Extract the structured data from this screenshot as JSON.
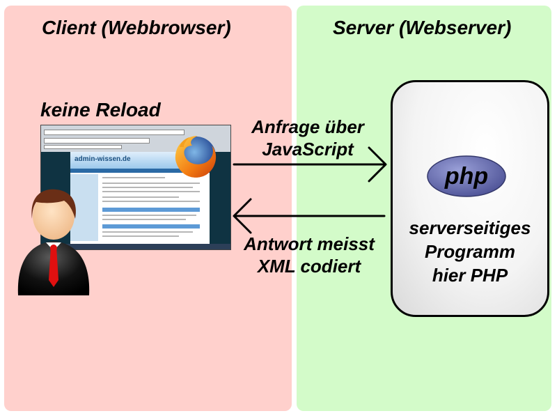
{
  "client": {
    "title": "Client (Webbrowser)",
    "label": "keine Reload"
  },
  "server": {
    "title": "Server (Webserver)",
    "program": [
      "serverseitiges",
      "Programm",
      "hier PHP"
    ]
  },
  "request": {
    "lines": [
      "Anfrage über",
      "JavaScript"
    ]
  },
  "response": {
    "lines": [
      "Antwort meisst",
      "XML codiert"
    ]
  },
  "browser": {
    "site_name": "admin-wissen.de"
  },
  "logo": {
    "text": "php"
  },
  "colors": {
    "client_bg": "#ffd0cc",
    "server_bg": "#d3fbc9",
    "php_logo": "#6a6fa8"
  },
  "icons": {
    "person": "person-icon",
    "firefox": "firefox-icon",
    "browser": "browser-screenshot",
    "php": "php-logo"
  }
}
